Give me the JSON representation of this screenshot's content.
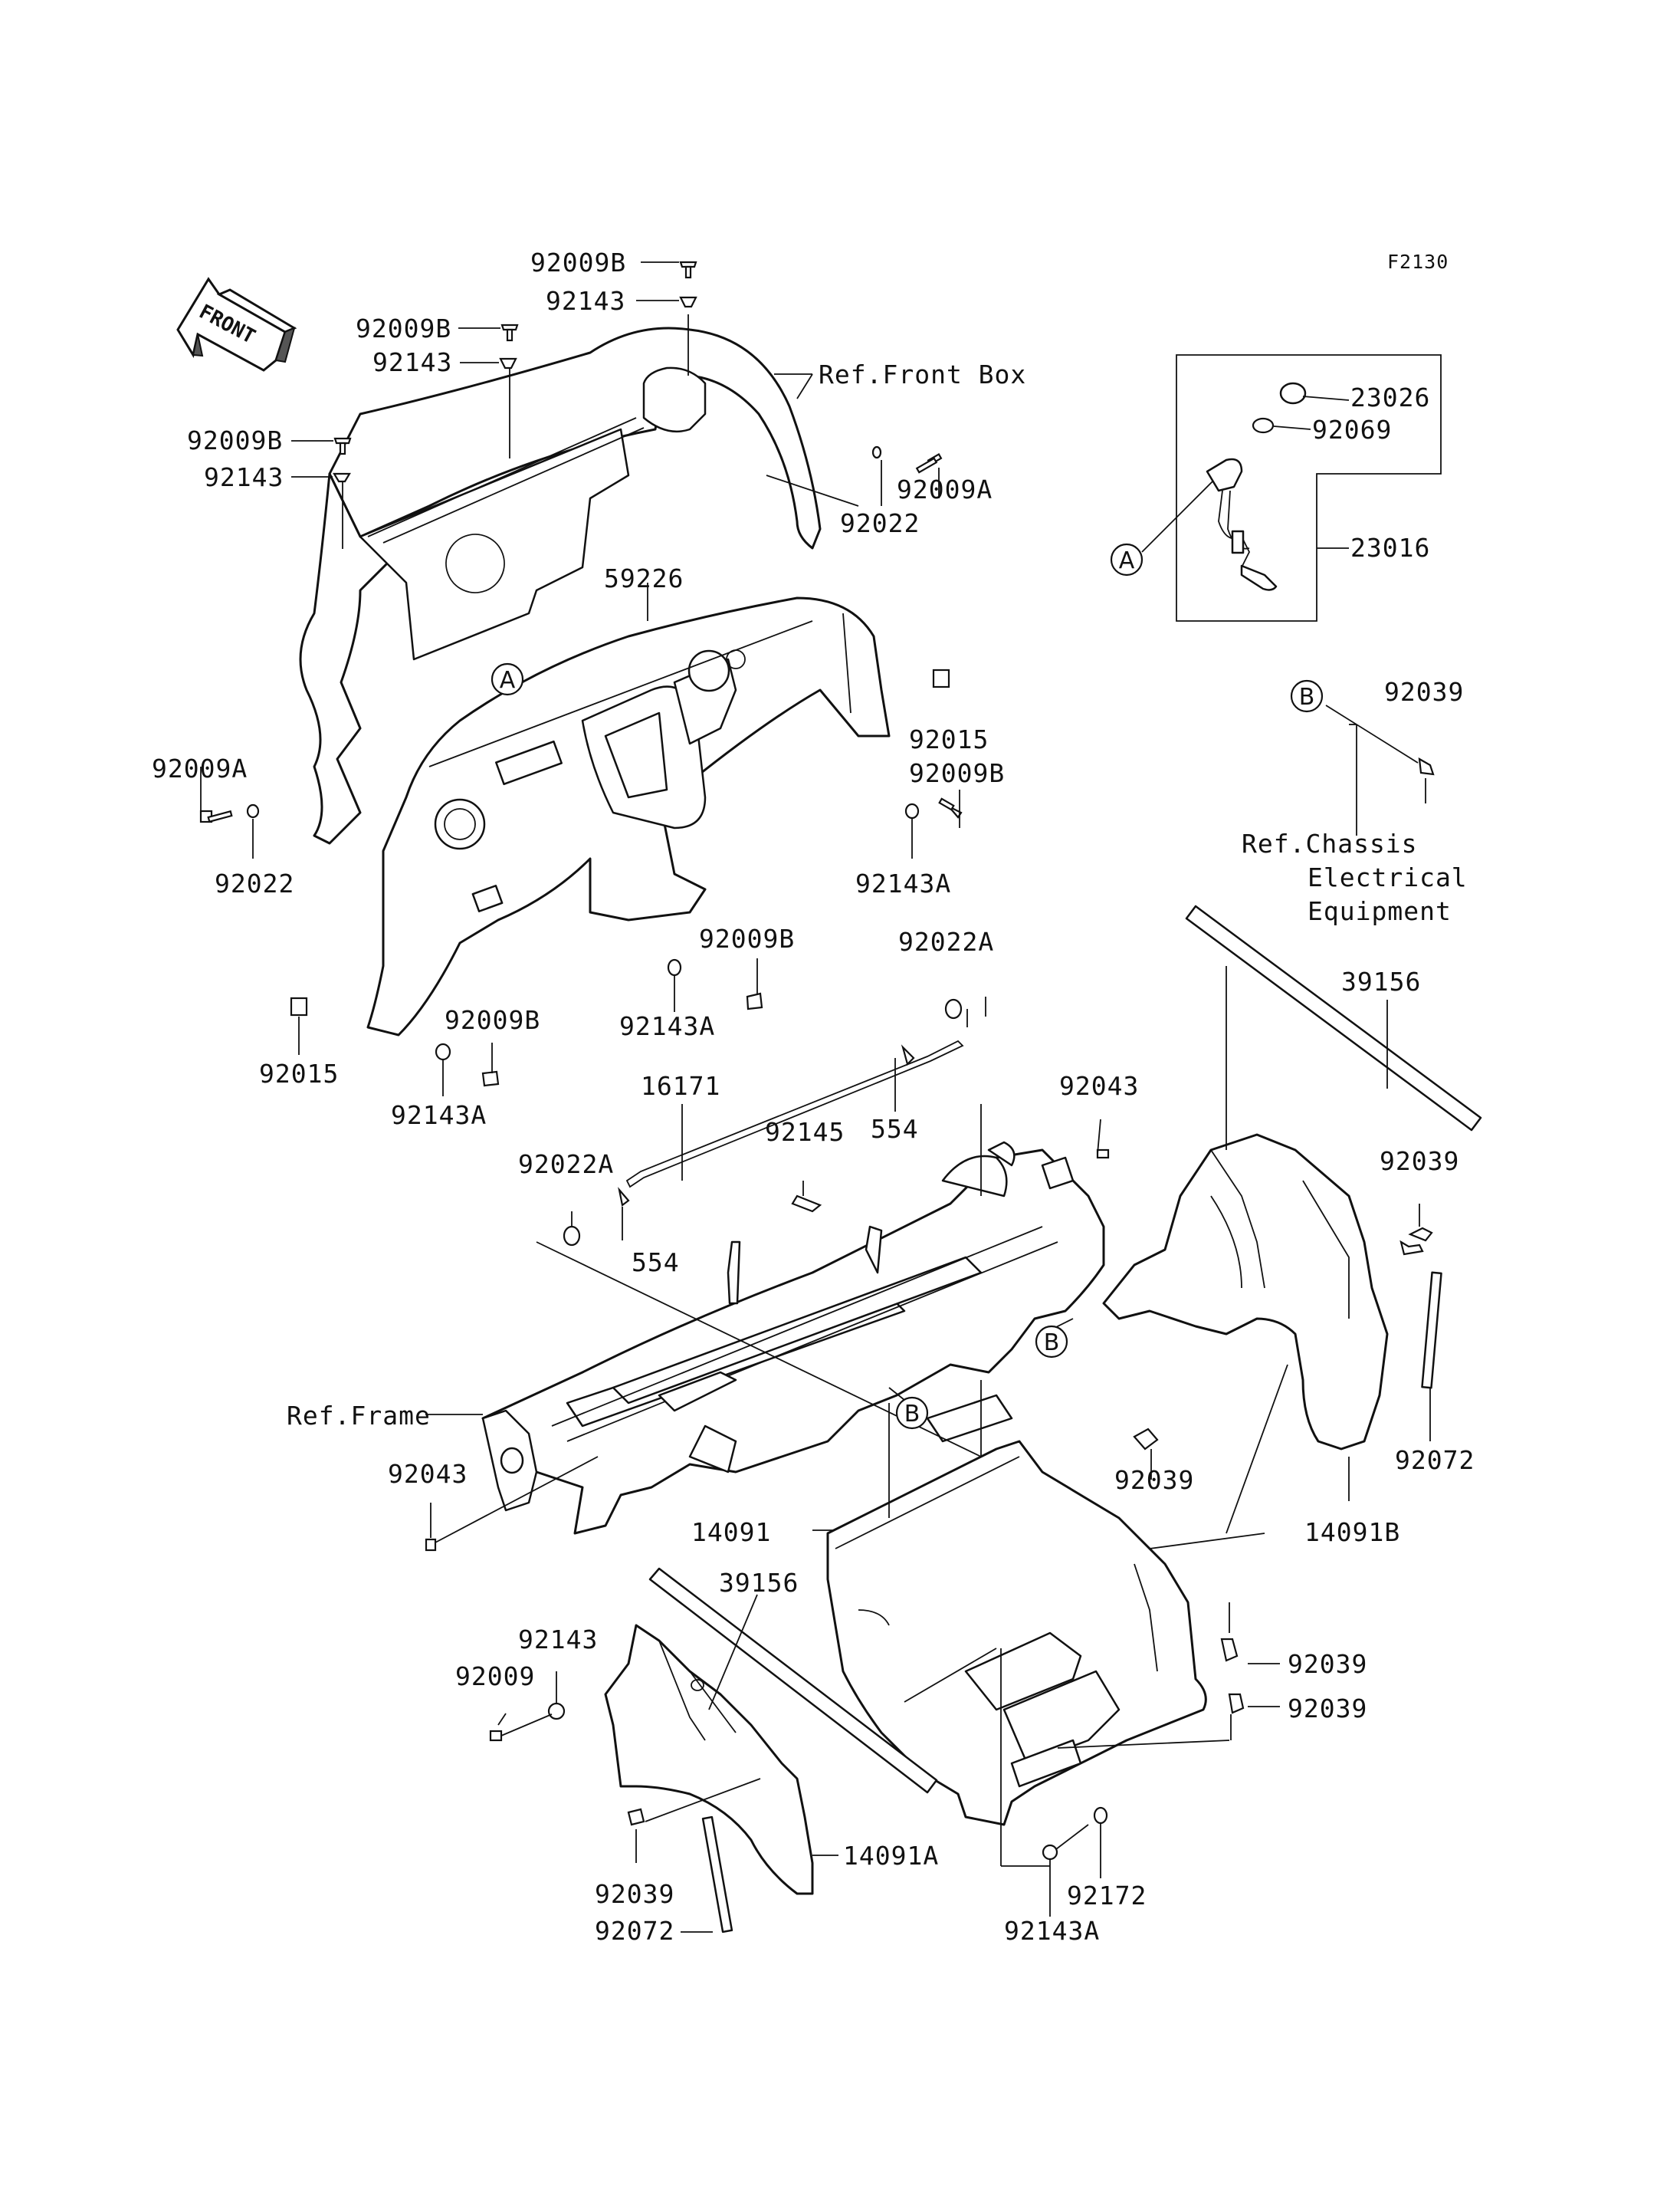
{
  "diagram_code": "F2130",
  "front_arrow_label": "FRONT",
  "callouts": {
    "A": "A",
    "B": "B"
  },
  "labels": {
    "l01": "92009B",
    "l02": "92143",
    "l03": "92009B",
    "l04": "92143",
    "l05": "Ref.Front Box",
    "l06": "92009B",
    "l07": "92143",
    "l08": "92022",
    "l09": "92009A",
    "l10": "59226",
    "l11": "92015",
    "l12": "92009B",
    "l13": "92009A",
    "l14": "92022",
    "l15": "92143A",
    "l16": "92009B",
    "l17": "92143A",
    "l18": "92009B",
    "l19": "92015",
    "l20": "92143A",
    "l21": "23026",
    "l22": "92069",
    "l23": "23016",
    "l24": "92039",
    "l25": "Ref.Chassis",
    "l26": "Electrical",
    "l27": "Equipment",
    "l28": "39156",
    "l29": "92022A",
    "l30": "16171",
    "l31": "554",
    "l32": "92043",
    "l33": "92145",
    "l34": "92022A",
    "l35": "554",
    "l36": "92039",
    "l37": "Ref.Frame",
    "l38": "92043",
    "l39": "92039",
    "l40": "92072",
    "l41": "14091",
    "l42": "14091B",
    "l43": "39156",
    "l44": "92143",
    "l45": "92009",
    "l46": "92039",
    "l47": "92039",
    "l48": "92039",
    "l49": "14091A",
    "l50": "92072",
    "l51": "92172",
    "l52": "92143A"
  }
}
